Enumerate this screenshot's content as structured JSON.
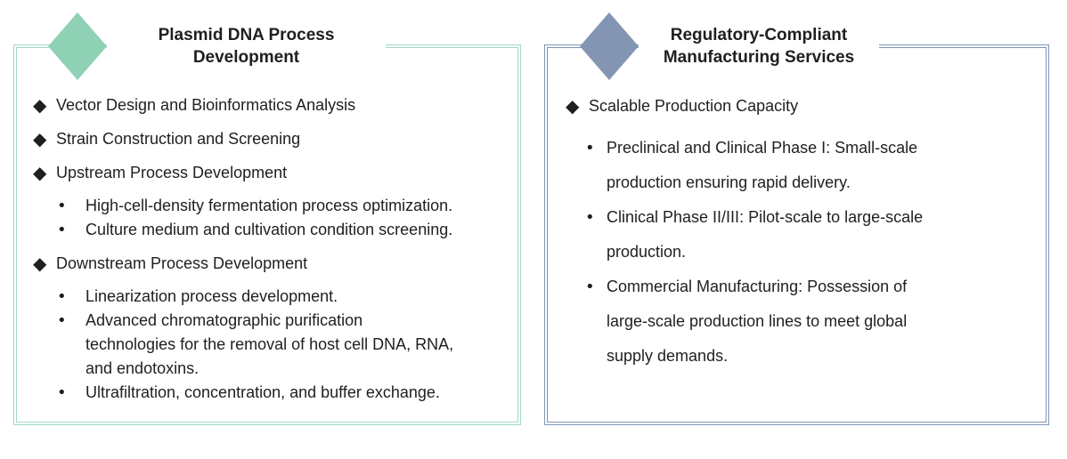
{
  "glyphs": {
    "main_bullet": "◆",
    "sub_bullet": "•"
  },
  "colors": {
    "left_accent": "#8ed1b5",
    "left_border": "#a2d9c5",
    "right_accent": "#8495b3",
    "right_border": "#8095b6",
    "text": "#1f1f1f"
  },
  "left_panel": {
    "title": "Plasmid DNA Process\nDevelopment",
    "bullets": [
      {
        "label": "Vector Design and Bioinformatics Analysis"
      },
      {
        "label": "Strain Construction and Screening"
      },
      {
        "label": "Upstream Process Development",
        "sub": [
          "High-cell-density fermentation process optimization.",
          "Culture medium and cultivation condition screening."
        ]
      },
      {
        "label": "Downstream Process Development",
        "sub": [
          "Linearization process development.",
          "Advanced chromatographic purification\ntechnologies for the removal of host cell DNA, RNA,\nand endotoxins.",
          "Ultrafiltration, concentration, and buffer exchange."
        ]
      }
    ]
  },
  "right_panel": {
    "title": "Regulatory-Compliant\nManufacturing Services",
    "bullets": [
      {
        "label": "Scalable Production Capacity",
        "sub": [
          "Preclinical and Clinical Phase I: Small-scale\nproduction ensuring rapid delivery.",
          "Clinical Phase II/III: Pilot-scale to large-scale\nproduction.",
          "Commercial Manufacturing: Possession of\nlarge-scale production lines to meet global\nsupply demands."
        ]
      }
    ]
  }
}
